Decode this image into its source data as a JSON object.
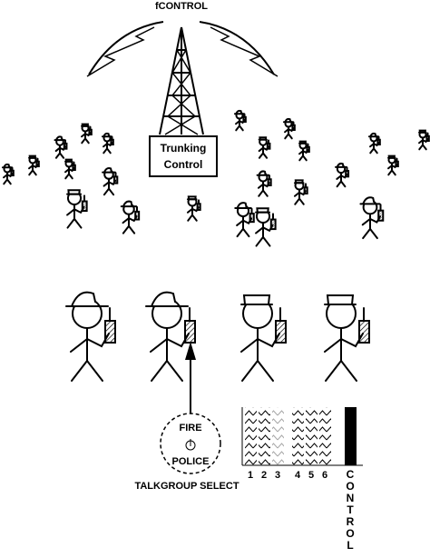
{
  "labels": {
    "frequency": "fCONTROL",
    "tower_line1": "Trunking",
    "tower_line2": "Control",
    "knob_top": "FIRE",
    "knob_bottom": "POLICE",
    "talkgroup_select": "TALKGROUP SELECT",
    "channels": [
      "1",
      "2",
      "3",
      "4",
      "5",
      "6"
    ],
    "control_vertical": [
      "C",
      "O",
      "N",
      "T",
      "R",
      "O",
      "L"
    ]
  },
  "figures": {
    "front_row": [
      "firefighter",
      "firefighter",
      "police",
      "police"
    ],
    "background": [
      "firefighter",
      "police",
      "firefighter",
      "police",
      "firefighter",
      "police",
      "firefighter",
      "police"
    ]
  },
  "colors": {
    "ink": "#000000",
    "paper": "#ffffff"
  }
}
